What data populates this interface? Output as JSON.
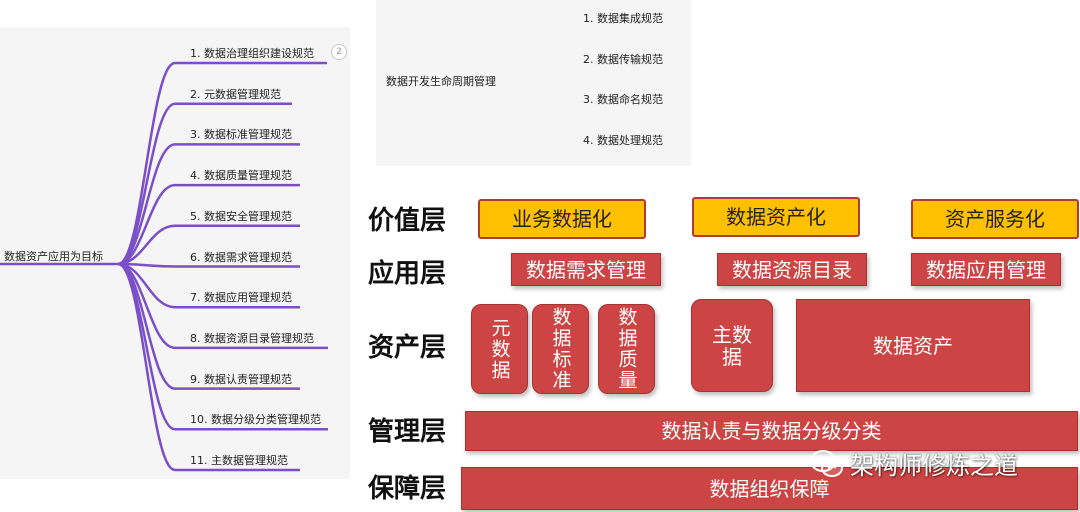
{
  "left_tree": {
    "root": "数据资产应用为目标",
    "badge": "2",
    "items": [
      "1. 数据治理组织建设规范",
      "2. 元数据管理规范",
      "3. 数据标准管理规范",
      "4. 数据质量管理规范",
      "5. 数据安全管理规范",
      "6. 数据需求管理规范",
      "7. 数据应用管理规范",
      "8. 数据资源目录管理规范",
      "9. 数据认责管理规范",
      "10. 数据分级分类管理规范",
      "11. 主数据管理规范"
    ]
  },
  "top_tree": {
    "root": "数据开发生命周期管理",
    "items": [
      "1. 数据集成规范",
      "2. 数据传输规范",
      "3. 数据命名规范",
      "4. 数据处理规范"
    ]
  },
  "layers": {
    "value": {
      "label": "价值层",
      "boxes": [
        "业务数据化",
        "数据资产化",
        "资产服务化"
      ]
    },
    "application": {
      "label": "应用层",
      "boxes": [
        "数据需求管理",
        "数据资源目录",
        "数据应用管理"
      ]
    },
    "asset": {
      "label": "资产层",
      "boxes": [
        "元数据",
        "数据标准",
        "数据质量",
        "主数据",
        "数据资产"
      ]
    },
    "management": {
      "label": "管理层",
      "box": "数据认责与数据分级分类"
    },
    "guarantee": {
      "label": "保障层",
      "box": "数据组织保障"
    }
  },
  "watermark": "架构师修炼之道",
  "colors": {
    "branch": "#7b4fc8",
    "yellow_box": "#ffc000",
    "red_box": "#cd4444"
  }
}
